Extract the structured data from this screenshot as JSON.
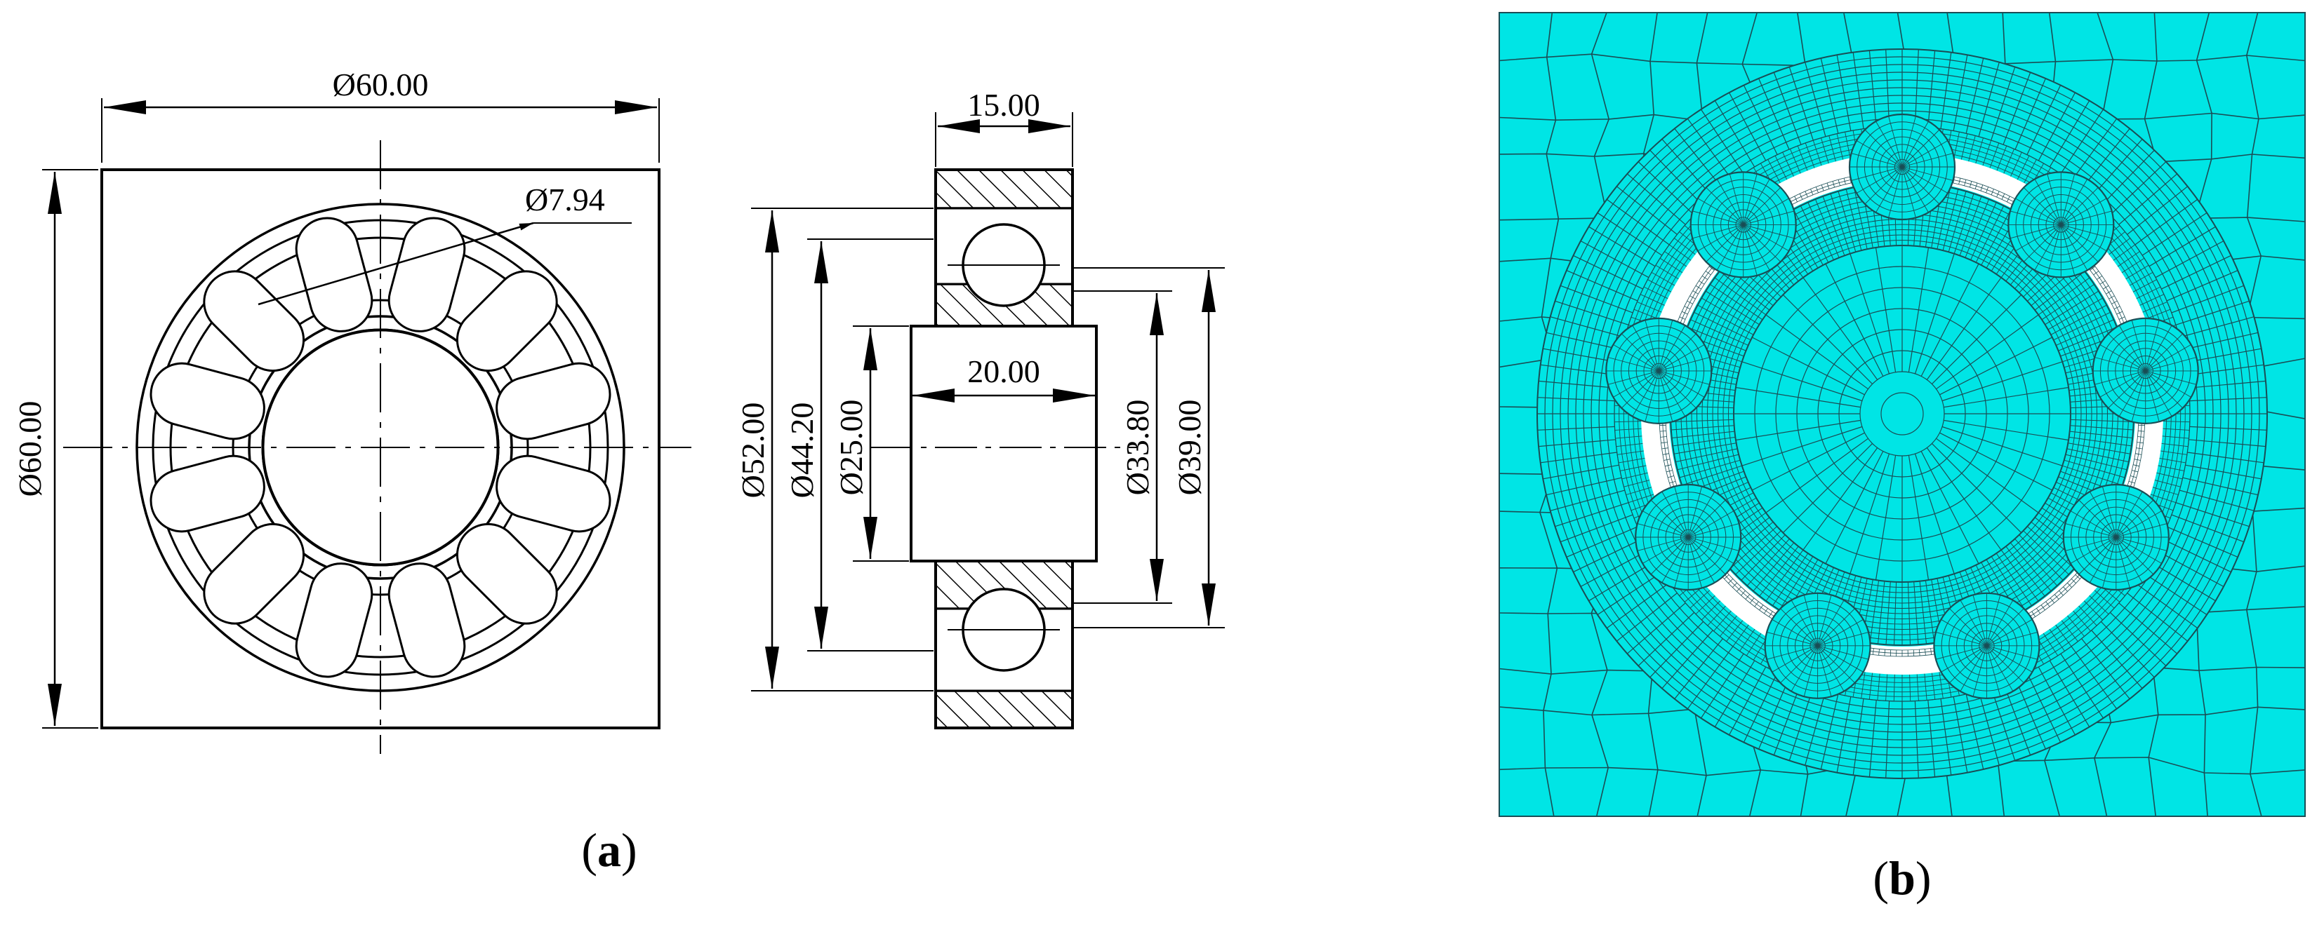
{
  "panel_a": {
    "caption_open": "(",
    "caption_letter": "a",
    "caption_close": ")",
    "front_view": {
      "dim_top_width": "Ø60.00",
      "dim_left_height": "Ø60.00",
      "dim_ball": "Ø7.94"
    },
    "section_view": {
      "dim_ring_width": "15.00",
      "dim_shaft_length": "20.00",
      "dim_outer": "Ø52.00",
      "dim_outer_race": "Ø44.20",
      "dim_bore": "Ø25.00",
      "dim_inner_race": "Ø33.80",
      "dim_pitch": "Ø39.00"
    }
  },
  "panel_b": {
    "caption_open": "(",
    "caption_letter": "b",
    "caption_close": ")",
    "mesh_color": "#00e5e5",
    "edge_color": "#1a4d55"
  }
}
